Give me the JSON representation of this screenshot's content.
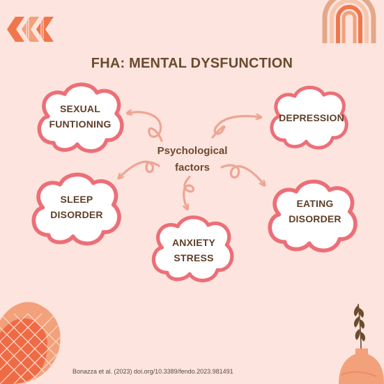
{
  "title": "FHA: MENTAL DYSFUNCTION",
  "center": {
    "line1": "Psychological",
    "line2": "factors"
  },
  "nodes": {
    "sexual": {
      "line1": "SEXUAL",
      "line2": "FUNTIONING"
    },
    "depression": {
      "line1": "DEPRESSION"
    },
    "sleep": {
      "line1": "SLEEP",
      "line2": "DISORDER"
    },
    "eating": {
      "line1": "EATING",
      "line2": "DISORDER"
    },
    "anxiety": {
      "line1": "ANXIETY",
      "line2": "STRESS"
    }
  },
  "citation": "Bonazza et al. (2023) doi.org/10.3389/fendo.2023.981491",
  "colors": {
    "background": "#fde4de",
    "cloud_border": "#ec6f78",
    "cloud_fill": "#ffffff",
    "arrow": "#eea594",
    "title_text": "#6b4a2f",
    "accent_orange": "#f0774c",
    "rainbow_outer": "#e3a888"
  },
  "decorations": [
    "chevron-logo",
    "rainbow-arch",
    "net-blob",
    "vase-with-leaves"
  ]
}
